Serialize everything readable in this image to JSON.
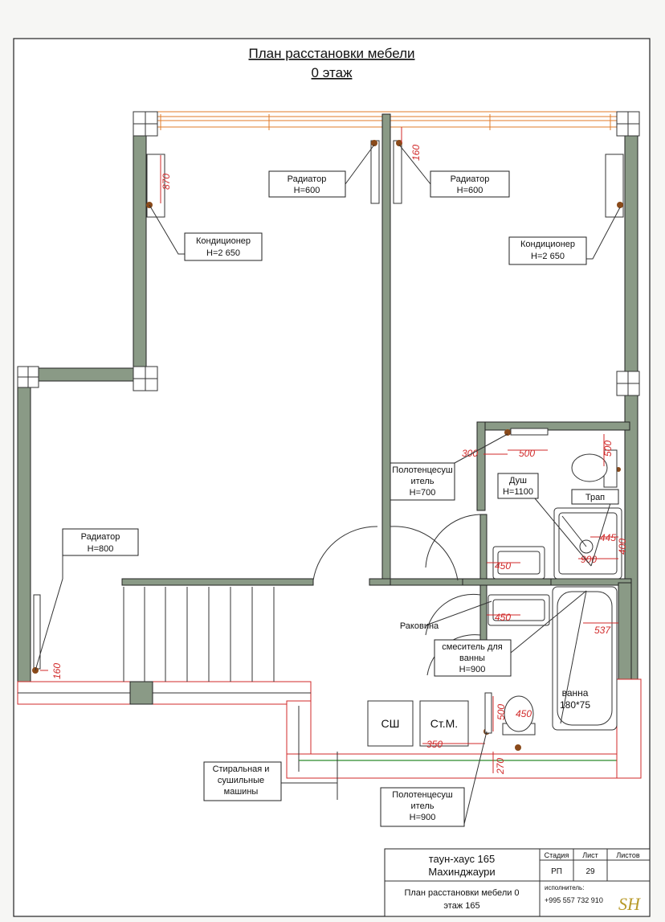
{
  "title": {
    "line1": "План расстановки мебели",
    "line2": "0 этаж"
  },
  "callouts": {
    "radiator_left": {
      "l1": "Радиатор",
      "l2": "H=600"
    },
    "radiator_right": {
      "l1": "Радиатор",
      "l2": "H=600"
    },
    "ac_left": {
      "l1": "Кондиционер",
      "l2": "H=2 650"
    },
    "ac_right": {
      "l1": "Кондиционер",
      "l2": "H=2 650"
    },
    "radiator_west": {
      "l1": "Радиатор",
      "l2": "H=800"
    },
    "towel_dryer_upper": {
      "l1": "Полотенцесуш",
      "l2": "итель",
      "l3": "H=700"
    },
    "shower": {
      "l1": "Душ",
      "l2": "H=1100"
    },
    "drain": {
      "l1": "Трап"
    },
    "sink": {
      "l1": "Раковина"
    },
    "bath_mixer": {
      "l1": "смеситель для",
      "l2": "ванны",
      "l3": "H=900"
    },
    "washer": {
      "l1": "Стиральная и",
      "l2": "сушильные",
      "l3": "машины"
    },
    "towel_dryer_lower": {
      "l1": "Полотенцесуш",
      "l2": "итель",
      "l3": "H=900"
    }
  },
  "fixtures": {
    "dryer": "СШ",
    "washer": "Ст.М.",
    "bath_l1": "ванна",
    "bath_l2": "180*75"
  },
  "dimensions": {
    "d870": "870",
    "d160a": "160",
    "d160b": "160",
    "d300a": "300",
    "d500a": "500",
    "d500b": "500",
    "d445": "445",
    "d900": "900",
    "d400": "400",
    "d450a": "450",
    "d450b": "450",
    "d537": "537",
    "d500c": "500",
    "d450c": "450",
    "d350": "350",
    "d270": "270"
  },
  "title_block": {
    "project_l1": "таун-хаус 165",
    "project_l2": "Махинджаури",
    "stage_header": "Стадия",
    "sheet_header": "Лист",
    "sheets_header": "Листов",
    "stage_value": "РП",
    "sheet_value": "29",
    "sheets_value": "",
    "drawing_l1": "План расстановки мебели 0",
    "drawing_l2": "этаж 165",
    "executor_label": "исполнитель:",
    "phone": "+995 557 732 910",
    "logo": "SH"
  },
  "colors": {
    "wall": "#8a9a86",
    "dimension": "#d12a2a",
    "window": "#e07b2a",
    "pipe": "#2a8a2a"
  }
}
